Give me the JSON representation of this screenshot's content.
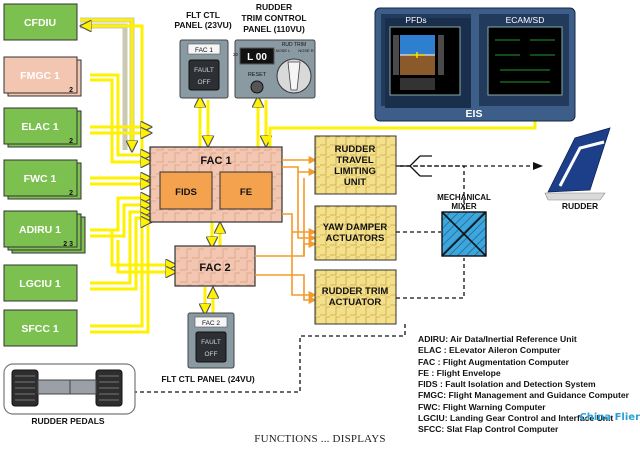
{
  "colors": {
    "green_box": "#7cc050",
    "green_border": "#3e7a2b",
    "pink_box": "#f2c6b0",
    "yellow_bus": "#fff200",
    "yellow_panel": "#f4e08a",
    "orange_link": "#f39a2b",
    "eis_dark": "#2d4a70",
    "eis_label": "#ffffff"
  },
  "left_column": [
    {
      "label": "CFDIU",
      "count": ""
    },
    {
      "label": "FMGC 1",
      "count": "2"
    },
    {
      "label": "ELAC 1",
      "count": "2"
    },
    {
      "label": "FWC 1",
      "count": "2"
    },
    {
      "label": "ADIRU 1",
      "count": "2 3"
    },
    {
      "label": "LGCIU 1",
      "count": ""
    },
    {
      "label": "SFCC 1",
      "count": ""
    }
  ],
  "panels": {
    "flt_ctl_23": {
      "title_line1": "FLT CTL",
      "title_line2": "PANEL (23VU)",
      "tag": "FAC 1",
      "fault": "FAULT",
      "off": "OFF"
    },
    "rudder_trim": {
      "title_line1": "RUDDER",
      "title_line2": "TRIM CONTROL",
      "title_line3": "PANEL (110VU)",
      "display": "L 00",
      "rud_trim": "RUD TRIM",
      "nose_l": "NOSE L",
      "nose_r": "NOSE R",
      "reset": "RESET",
      "scale": "20"
    },
    "flt_ctl_24": {
      "title": "FLT CTL PANEL (24VU)",
      "tag": "FAC 2",
      "fault": "FAULT",
      "off": "OFF"
    }
  },
  "eis": {
    "label": "EIS",
    "pfd_label": "PFDs",
    "ecam_label": "ECAM/SD"
  },
  "fac1": {
    "title": "FAC 1",
    "fids": "FIDS",
    "fe": "FE"
  },
  "fac2": {
    "title": "FAC 2"
  },
  "actuators": {
    "rtlu": [
      "RUDDER",
      "TRAVEL",
      "LIMITING",
      "UNIT"
    ],
    "yaw": [
      "YAW DAMPER",
      "ACTUATORS"
    ],
    "trim": [
      "RUDDER TRIM",
      "ACTUATOR"
    ]
  },
  "mixer": [
    "MECHANICAL",
    "MIXER"
  ],
  "rudder": "RUDDER",
  "pedals": "RUDDER PEDALS",
  "legend": [
    "ADIRU: Air Data/Inertial Reference Unit",
    "ELAC : ELevator Aileron Computer",
    "FAC : Flight Augmentation Computer",
    "FE : Flight Envelope",
    "FIDS : Fault Isolation and Detection System",
    "FMGC: Flight Management and Guidance Computer",
    "FWC: Flight Warning Computer",
    "LGCIU: Landing Gear Control and Interface Unit",
    "SFCC: Slat Flap Control Computer"
  ],
  "caption": "FUNCTIONS ... DISPLAYS",
  "watermark": "Chinа Flier"
}
